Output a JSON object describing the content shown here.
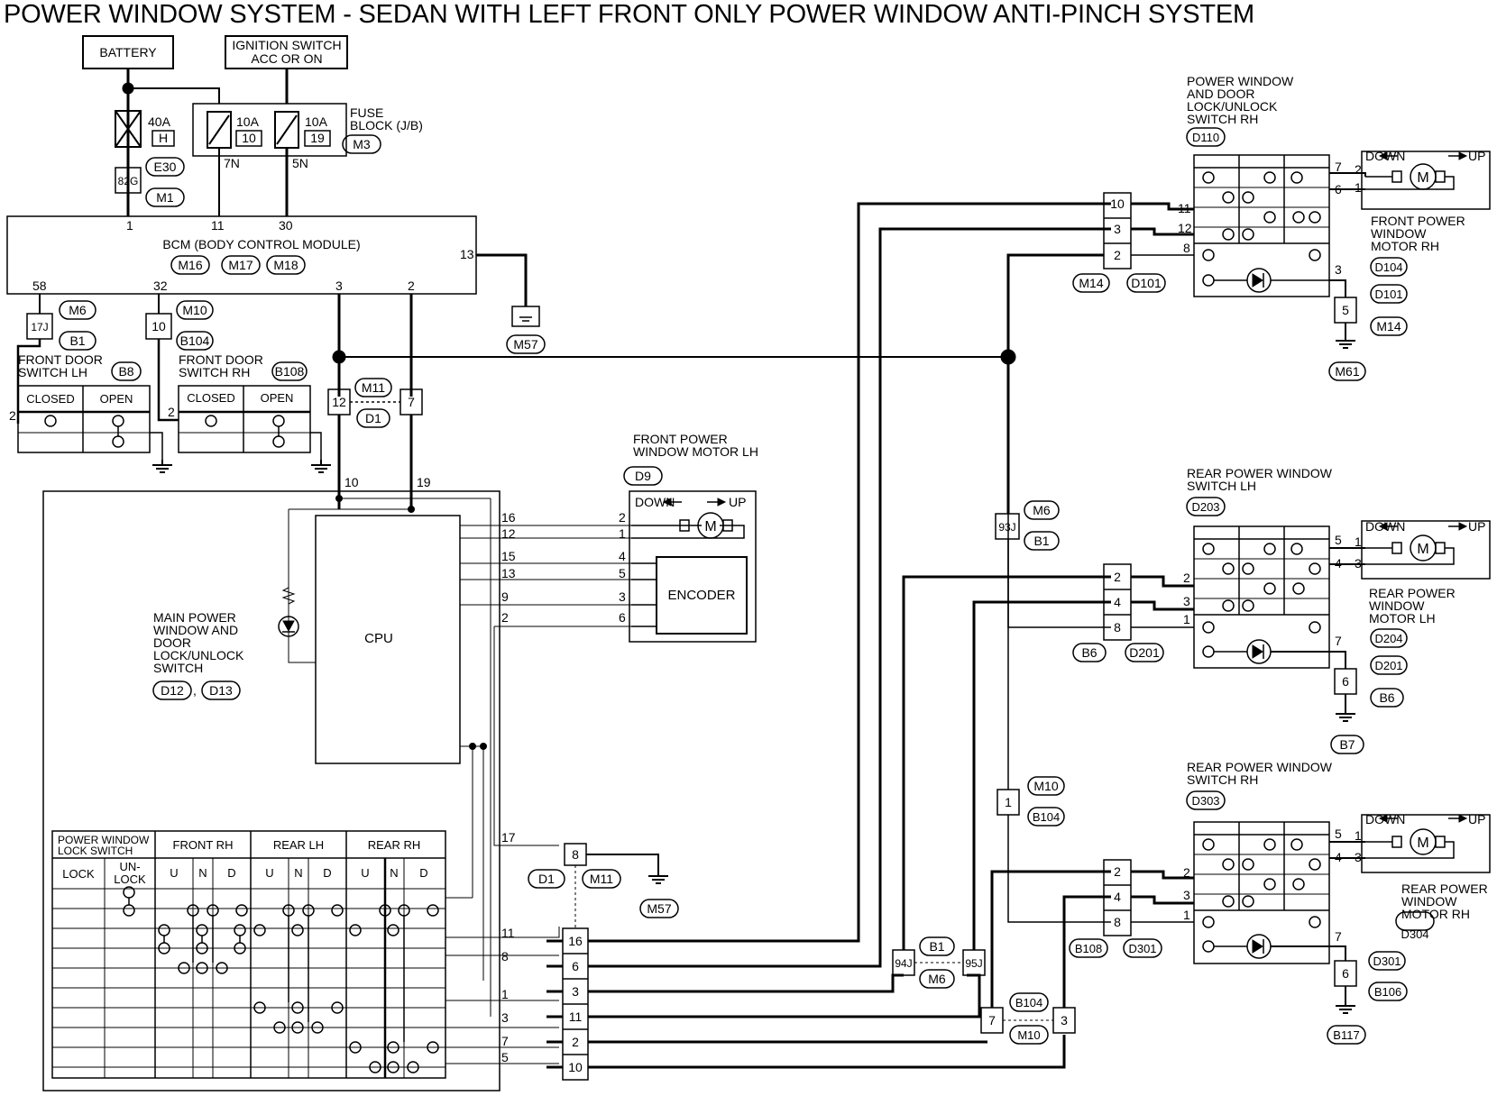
{
  "title": "POWER WINDOW SYSTEM - SEDAN WITH LEFT FRONT ONLY POWER WINDOW ANTI-PINCH SYSTEM",
  "power": {
    "battery": "BATTERY",
    "ign_l1": "IGNITION SWITCH",
    "ign_l2": "ACC OR ON",
    "fuse_40a": "40A",
    "fuse_h": "H",
    "fuse_10a_a": "10A",
    "fuse_10": "10",
    "fuse_10a_b": "10A",
    "fuse_19": "19",
    "fuse_block_l1": "FUSE",
    "fuse_block_l2": "BLOCK (J/B)",
    "m3": "M3",
    "e30": "E30",
    "m1": "M1",
    "j82g": "82G",
    "w7n": "7N",
    "w5n": "5N"
  },
  "bcm": {
    "label": "BCM (BODY CONTROL MODULE)",
    "c1": "M16",
    "c2": "M17",
    "c3": "M18",
    "pin1": "1",
    "pin11": "11",
    "pin30": "30",
    "pin13": "13",
    "pin58": "58",
    "pin32": "32",
    "pin3": "3",
    "pin2": "2",
    "m57": "M57"
  },
  "door_lh": {
    "j17": "17J",
    "m6": "M6",
    "b1": "B1",
    "l1": "FRONT DOOR",
    "l2": "SWITCH LH",
    "b8": "B8",
    "closed": "CLOSED",
    "open": "OPEN",
    "pin2": "2"
  },
  "door_rh": {
    "j10": "10",
    "m10": "M10",
    "b104": "B104",
    "l1": "FRONT DOOR",
    "l2": "SWITCH RH",
    "b108": "B108",
    "closed": "CLOSED",
    "open": "OPEN",
    "pin2": "2"
  },
  "mid": {
    "p12": "12",
    "p7": "7",
    "m11": "M11",
    "d1": "D1",
    "w10": "10",
    "w19": "19"
  },
  "main_switch": {
    "l1": "MAIN POWER",
    "l2": "WINDOW AND",
    "l3": "DOOR",
    "l4": "LOCK/UNLOCK",
    "l5": "SWITCH",
    "c1": "D12",
    "c2": "D13",
    "cpu": "CPU",
    "tbl_h1a": "POWER WINDOW",
    "tbl_h1b": "LOCK SWITCH",
    "tbl_h2": "FRONT RH",
    "tbl_h3": "REAR LH",
    "tbl_h4": "REAR RH",
    "lock": "LOCK",
    "unlock_a": "UN-",
    "unlock_b": "LOCK",
    "u": "U",
    "n": "N",
    "d": "D",
    "pins_right": [
      "16",
      "12",
      "15",
      "13",
      "9",
      "2"
    ],
    "pin17": "17",
    "pins_bottom": [
      "11",
      "8",
      "1",
      "3",
      "7",
      "5"
    ]
  },
  "front_lh_motor": {
    "l1": "FRONT POWER",
    "l2": "WINDOW MOTOR LH",
    "conn": "D9",
    "down": "DOWN",
    "up": "UP",
    "m": "M",
    "encoder": "ENCODER",
    "pins": [
      "2",
      "1",
      "4",
      "5",
      "3",
      "6"
    ]
  },
  "conn_mid": {
    "p8": "8",
    "d1": "D1",
    "m11": "M11",
    "m57": "M57",
    "pins": [
      "16",
      "6",
      "3",
      "11",
      "2",
      "10"
    ]
  },
  "rh_front": {
    "l1": "POWER WINDOW",
    "l2": "AND DOOR",
    "l3": "LOCK/UNLOCK",
    "l4": "SWITCH RH",
    "conn": "D110",
    "j10": "10",
    "j3": "3",
    "j2": "2",
    "m14": "M14",
    "d101": "D101",
    "p11": "11",
    "p12": "12",
    "p8": "8",
    "p7": "7",
    "p6": "6",
    "p3": "3",
    "mp2": "2",
    "mp1": "1",
    "down": "DOWN",
    "up": "UP",
    "m": "M",
    "motor_l1": "FRONT POWER",
    "motor_l2": "WINDOW",
    "motor_l3": "MOTOR RH",
    "c_d104": "D104",
    "c_d101": "D101",
    "j5": "5",
    "c_m14": "M14",
    "c_m61": "M61"
  },
  "rear_lh": {
    "l1": "REAR POWER WINDOW",
    "l2": "SWITCH LH",
    "conn": "D203",
    "j93": "93J",
    "m6": "M6",
    "b1": "B1",
    "j2": "2",
    "j4": "4",
    "j8": "8",
    "b6": "B6",
    "d201": "D201",
    "p2": "2",
    "p3": "3",
    "p1": "1",
    "p5": "5",
    "p4": "4",
    "p7": "7",
    "mp1": "1",
    "mp3": "3",
    "down": "DOWN",
    "up": "UP",
    "m": "M",
    "motor_l1": "REAR POWER",
    "motor_l2": "WINDOW",
    "motor_l3": "MOTOR LH",
    "c_d204": "D204",
    "c_d201": "D201",
    "j6": "6",
    "c_b6": "B6",
    "c_b7": "B7"
  },
  "rear_rh": {
    "l1": "REAR POWER WINDOW",
    "l2": "SWITCH RH",
    "conn": "D303",
    "j1": "1",
    "m10": "M10",
    "b104": "B104",
    "j2": "2",
    "j4": "4",
    "j8": "8",
    "b108": "B108",
    "d301": "D301",
    "p2": "2",
    "p3": "3",
    "p1": "1",
    "p5": "5",
    "p4": "4",
    "p7": "7",
    "mp1": "1",
    "mp3": "3",
    "down": "DOWN",
    "up": "UP",
    "m": "M",
    "motor_l1": "REAR POWER",
    "motor_l2": "WINDOW",
    "motor_l3": "MOTOR RH",
    "c_d304": "D304",
    "c_d301": "D301",
    "j6": "6",
    "c_b106": "B106",
    "c_b117": "B117"
  },
  "bottom_joints": {
    "j94": "94J",
    "j95": "95J",
    "b1": "B1",
    "m6": "M6",
    "j7": "7",
    "j3": "3",
    "b104": "B104",
    "m10": "M10"
  }
}
